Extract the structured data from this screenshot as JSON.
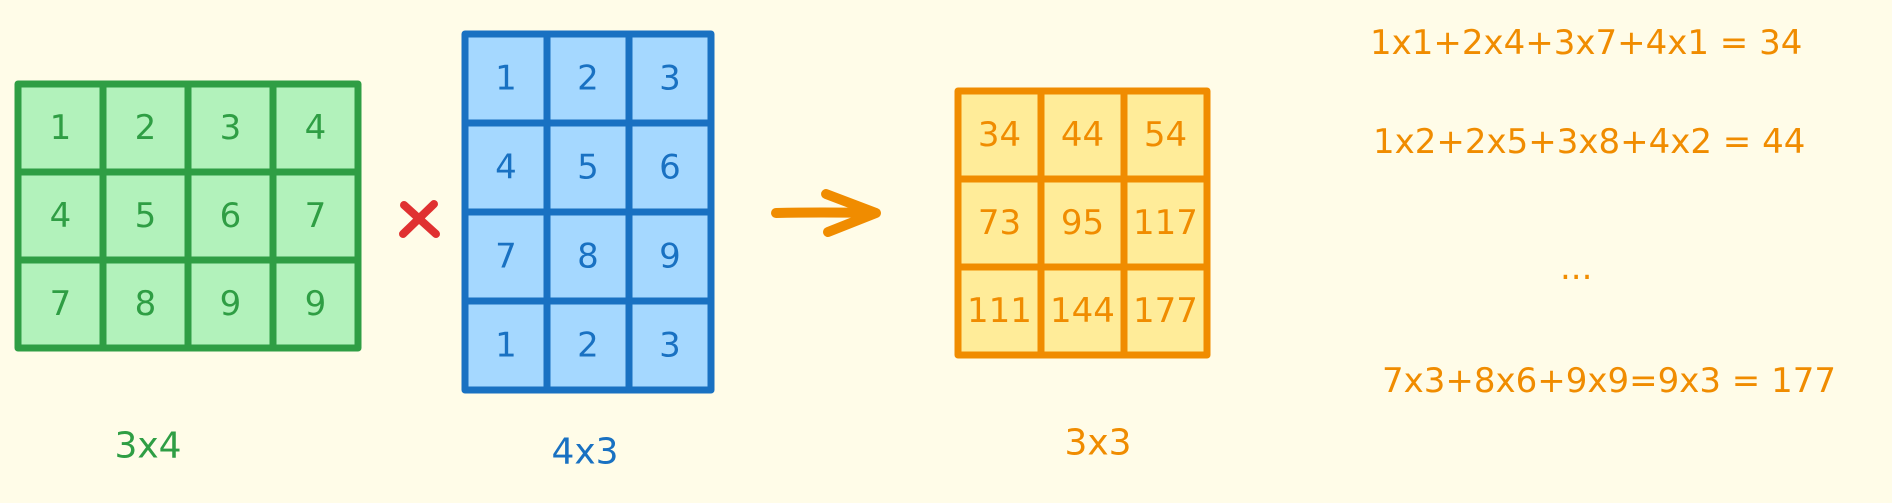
{
  "colors": {
    "background": "#fffce8",
    "matrix_a": {
      "fill": "#b2f2bb",
      "stroke": "#2f9e44"
    },
    "matrix_b": {
      "fill": "#a5d8ff",
      "stroke": "#1971c2"
    },
    "matrix_c": {
      "fill": "#ffec99",
      "stroke": "#f08c00"
    },
    "multiply_sign": "#e03131",
    "arrow": "#f08c00",
    "equations": "#f08c00"
  },
  "matrix_a": {
    "rows": [
      [
        "1",
        "2",
        "3",
        "4"
      ],
      [
        "4",
        "5",
        "6",
        "7"
      ],
      [
        "7",
        "8",
        "9",
        "9"
      ]
    ],
    "dimension_label": "3x4"
  },
  "operator": {
    "multiply_symbol": "×",
    "icon": "multiply-icon"
  },
  "matrix_b": {
    "rows": [
      [
        "1",
        "2",
        "3"
      ],
      [
        "4",
        "5",
        "6"
      ],
      [
        "7",
        "8",
        "9"
      ],
      [
        "1",
        "2",
        "3"
      ]
    ],
    "dimension_label": "4x3"
  },
  "arrow": {
    "icon": "arrow-right-icon"
  },
  "matrix_c": {
    "rows": [
      [
        "34",
        "44",
        "54"
      ],
      [
        "73",
        "95",
        "117"
      ],
      [
        "111",
        "144",
        "177"
      ]
    ],
    "dimension_label": "3x3"
  },
  "equations": [
    "1x1+2x4+3x7+4x1 = 34",
    "1x2+2x5+3x8+4x2 = 44",
    "...",
    "7x3+8x6+9x9=9x3 = 177"
  ]
}
